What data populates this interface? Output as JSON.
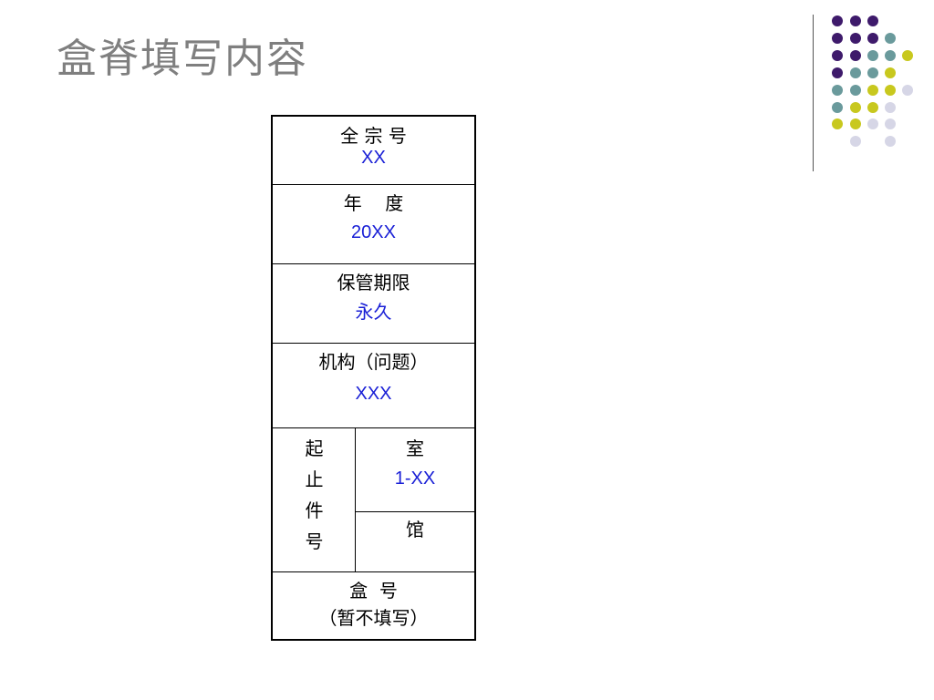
{
  "slide": {
    "title": "盒脊填写内容"
  },
  "decoration": {
    "dot_colors": {
      "purple": "#3e1a6b",
      "teal": "#6a9a9c",
      "yellow": "#c8c81e",
      "lavender": "#d6d6e6"
    }
  },
  "spine": {
    "fonds": {
      "label": "全 宗 号",
      "value": "XX"
    },
    "year": {
      "label": "年    度",
      "value": "20XX"
    },
    "retention": {
      "label": "保管期限",
      "value": "永久"
    },
    "organization": {
      "label": "机构（问题）",
      "value": "XXX"
    },
    "item_range": {
      "label_chars": [
        "起",
        "止",
        "件",
        "号"
      ],
      "room": {
        "label": "室",
        "value": "1-XX"
      },
      "archive": {
        "label": "馆"
      }
    },
    "box_number": {
      "label": "盒  号",
      "note": "（暂不填写）"
    }
  },
  "colors": {
    "value_text": "#1a20d6",
    "title_text": "#7f7f7f"
  }
}
